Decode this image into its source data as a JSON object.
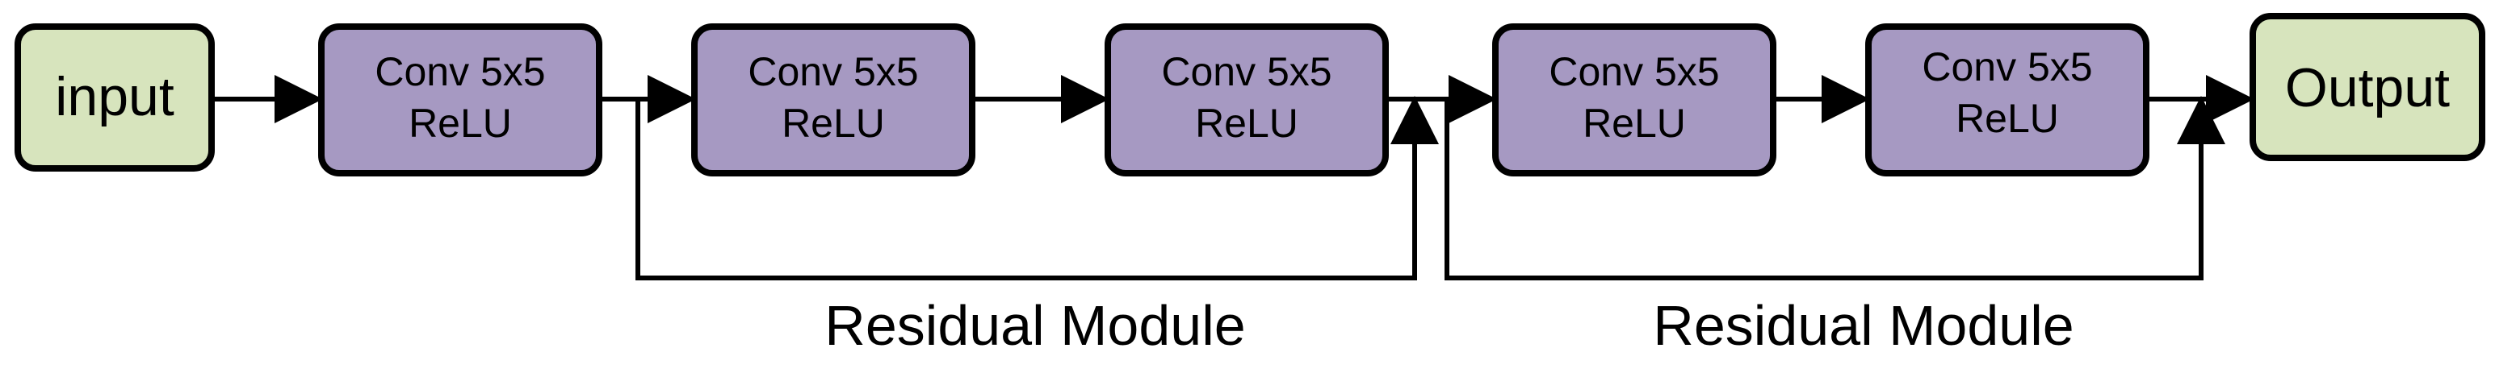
{
  "colors": {
    "io_fill": "#D7E4BD",
    "conv_fill": "#A699C2",
    "stroke": "#000000",
    "background": "#FFFFFF"
  },
  "nodes": {
    "input": {
      "label": "input"
    },
    "conv1": {
      "line1": "Conv 5x5",
      "line2": "ReLU"
    },
    "conv2": {
      "line1": "Conv 5x5",
      "line2": "ReLU"
    },
    "conv3": {
      "line1": "Conv 5x5",
      "line2": "ReLU"
    },
    "conv4": {
      "line1": "Conv 5x5",
      "line2": "ReLU"
    },
    "conv5": {
      "line1": "Conv 5x5",
      "line2": "ReLU"
    },
    "output": {
      "label": "Output"
    }
  },
  "residual_modules": [
    {
      "label": "Residual Module"
    },
    {
      "label": "Residual Module"
    }
  ]
}
